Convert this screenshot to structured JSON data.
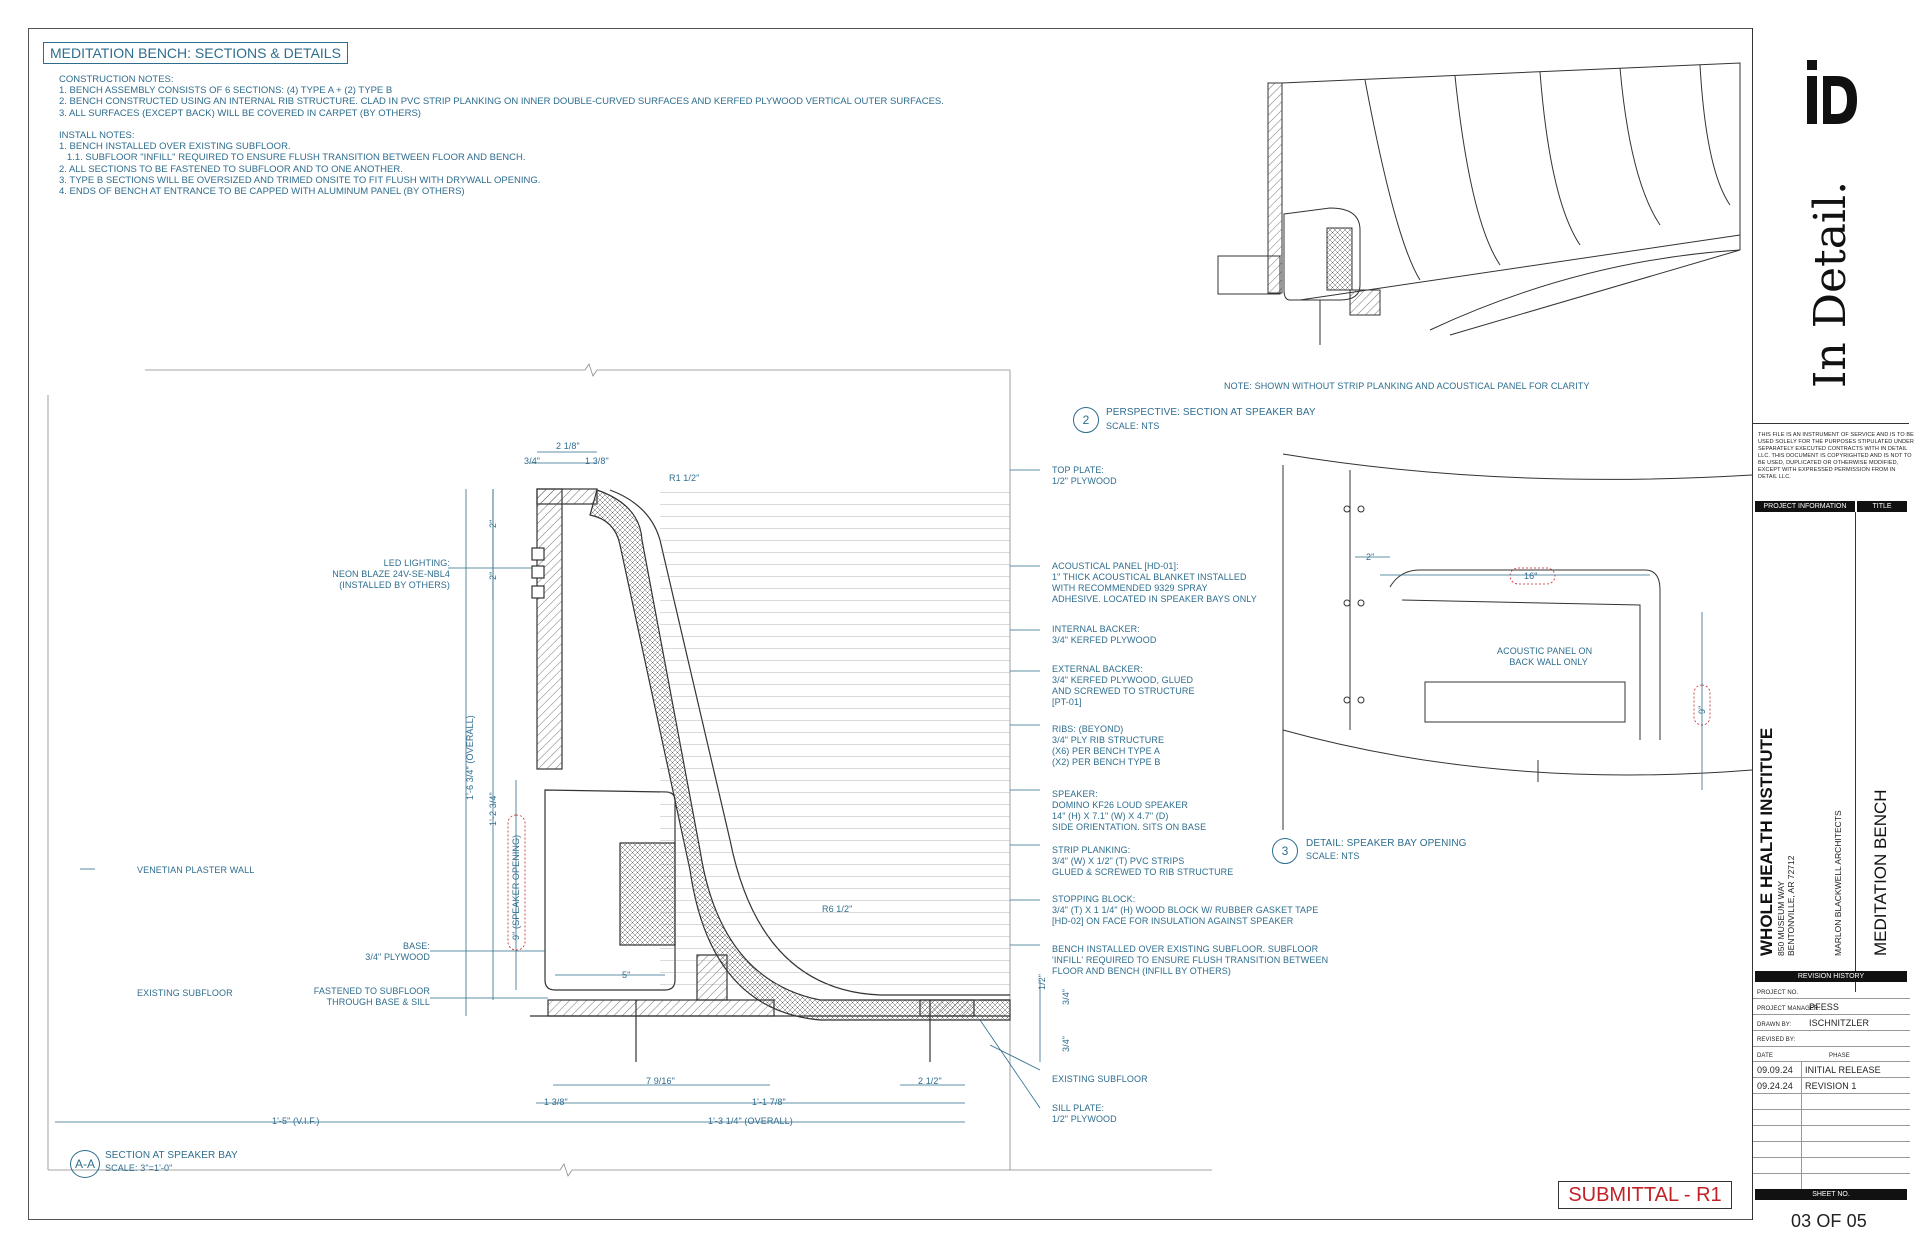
{
  "sheet": {
    "title": "MEDITATION BENCH: SECTIONS & DETAILS",
    "construction_notes_heading": "CONSTRUCTION NOTES:",
    "construction_notes": [
      "1. BENCH ASSEMBLY CONSISTS OF 6 SECTIONS: (4) TYPE A + (2) TYPE B",
      "2. BENCH CONSTRUCTED USING AN INTERNAL RIB STRUCTURE. CLAD IN PVC STRIP PLANKING ON INNER DOUBLE-CURVED SURFACES AND KERFED PLYWOOD VERTICAL OUTER SURFACES.",
      "3. ALL SURFACES (EXCEPT BACK) WILL BE COVERED IN CARPET (BY OTHERS)"
    ],
    "install_notes_heading": "INSTALL NOTES:",
    "install_notes": [
      "1. BENCH INSTALLED OVER EXISTING SUBFLOOR.",
      "   1.1. SUBFLOOR \"INFILL\" REQUIRED TO ENSURE FLUSH TRANSITION BETWEEN FLOOR AND BENCH.",
      "2. ALL SECTIONS TO BE FASTENED TO SUBFLOOR AND TO ONE ANOTHER.",
      "3. TYPE B SECTIONS WILL BE OVERSIZED AND TRIMED ONSITE TO FIT FLUSH WITH DRYWALL OPENING.",
      "4. ENDS OF BENCH AT ENTRANCE TO BE CAPPED WITH ALUMINUM PANEL (BY OTHERS)"
    ]
  },
  "view2": {
    "number": "2",
    "title": "PERSPECTIVE: SECTION AT SPEAKER BAY",
    "scale": "SCALE: NTS",
    "note": "NOTE: SHOWN WITHOUT STRIP PLANKING AND ACOUSTICAL PANEL FOR CLARITY"
  },
  "view3": {
    "number": "3",
    "title": "DETAIL: SPEAKER BAY OPENING",
    "scale": "SCALE: NTS",
    "label": "ACOUSTIC PANEL ON BACK WALL ONLY",
    "label_lines": [
      "ACOUSTIC PANEL ON",
      "BACK WALL ONLY"
    ],
    "dim_top": "16\"",
    "dim_left": "2\"",
    "dim_right": "9\""
  },
  "section": {
    "number": "A-A",
    "title": "SECTION AT SPEAKER BAY",
    "scale": "SCALE: 3\"=1'-0\"",
    "left_labels": {
      "led": [
        "LED LIGHTING:",
        "NEON BLAZE 24V-SE-NBL4",
        "(INSTALLED BY OTHERS)"
      ],
      "venetian": "VENETIAN PLASTER WALL",
      "base": [
        "BASE:",
        "3/4\" PLYWOOD"
      ],
      "existing_subfloor": "EXISTING SUBFLOOR",
      "fastened": [
        "FASTENED TO SUBFLOOR",
        "THROUGH BASE & SILL"
      ]
    },
    "right_labels": {
      "top_plate": [
        "TOP PLATE:",
        "1/2\" PLYWOOD"
      ],
      "acoustical": [
        "ACOUSTICAL PANEL [HD-01]:",
        "1\" THICK ACOUSTICAL BLANKET INSTALLED",
        "WITH RECOMMENDED 9329 SPRAY",
        "ADHESIVE. LOCATED IN SPEAKER BAYS ONLY"
      ],
      "internal_backer": [
        "INTERNAL BACKER:",
        "3/4\" KERFED PLYWOOD"
      ],
      "external_backer": [
        "EXTERNAL BACKER:",
        "3/4\" KERFED PLYWOOD, GLUED",
        "AND SCREWED TO STRUCTURE",
        "[PT-01]"
      ],
      "ribs": [
        "RIBS: (BEYOND)",
        "3/4\" PLY RIB STRUCTURE",
        "(X6) PER BENCH TYPE A",
        "(X2) PER BENCH TYPE B"
      ],
      "speaker": [
        "SPEAKER:",
        "DOMINO KF26 LOUD SPEAKER",
        "14\" (H) X 7.1\" (W) X 4.7\" (D)",
        "SIDE ORIENTATION. SITS ON BASE"
      ],
      "strip": [
        "STRIP PLANKING:",
        "3/4\" (W) X 1/2\" (T) PVC STRIPS",
        "GLUED & SCREWED TO RIB STRUCTURE"
      ],
      "stopping": [
        "STOPPING BLOCK:",
        "3/4\" (T) X 1 1/4\" (H) WOOD BLOCK W/ RUBBER GASKET TAPE",
        "[HD-02] ON FACE FOR INSULATION AGAINST SPEAKER"
      ],
      "bench_installed": [
        "BENCH INSTALLED OVER EXISTING SUBFLOOR. SUBFLOOR",
        "'INFILL' REQUIRED TO ENSURE FLUSH TRANSITION BETWEEN",
        "FLOOR AND BENCH (INFILL BY OTHERS)"
      ],
      "existing_subfloor": "EXISTING SUBFLOOR",
      "sill": [
        "SILL PLATE:",
        "1/2\" PLYWOOD"
      ]
    },
    "dims": {
      "d_2_1_8": "2 1/8\"",
      "d_3_4": "3/4\"",
      "d_1_3_8": "1 3/8\"",
      "r1": "R1 1/2\"",
      "d_2a": "2\"",
      "d_2b": "2\"",
      "overall_h": "1'-6 3/4\" (OVERALL)",
      "h_1_2_3_4": "1'-2 3/4\"",
      "speaker_opening": "9\" (SPEAKER OPENING)",
      "d_5": "5\"",
      "r6": "R6 1/2\"",
      "d_7_9_16": "7 9/16\"",
      "d_2_1_2": "2 1/2\"",
      "d_1_3_8b": "1 3/8\"",
      "d_1_1_7_8": "1'-1 7/8\"",
      "d_1_5": "1'-5\" (V.I.F.)",
      "d_1_3_1_4": "1'-3 1/4\" (OVERALL)",
      "d_1_2": "1/2\"",
      "d_3_4a": "3/4\"",
      "d_3_4b": "3/4\""
    }
  },
  "submittal": "SUBMITTAL - R1",
  "title_block": {
    "logo_text": "In Detail.",
    "disclaimer": [
      "THIS FILE IS AN INSTRUMENT OF SERVICE AND IS TO BE",
      "USED SOLELY FOR THE PURPOSES STIPULATED UNDER",
      "SEPARATELY EXECUTED CONTRACTS WITH IN DETAIL",
      "LLC. THIS DOCUMENT IS COPYRIGHTED AND IS NOT TO",
      "BE USED, DUPLICATED OR OTHERWISE MODIFIED,",
      "EXCEPT WITH EXPRESSED PERMISSION FROM IN",
      "DETAIL LLC."
    ],
    "project_information": "PROJECT INFORMATION",
    "title_label": "TITLE",
    "project_name": "WHOLE HEALTH INSTITUTE",
    "address1": "850 MUSEUM WAY",
    "address2": "BENTONVILLE, AR 72712",
    "architect": "MARLON BLACKWELL ARCHITECTS",
    "drawing_title": "MEDITATION BENCH",
    "revision_history": "REVISION HISTORY",
    "project_no_label": "PROJECT NO.",
    "project_manager_label": "PROJECT MANAGER:",
    "project_manager": "PFESS",
    "drawn_by_label": "DRAWN BY:",
    "drawn_by": "ISCHNITZLER",
    "revised_by_label": "REVISED BY:",
    "date_label": "DATE",
    "phase_label": "PHASE",
    "revisions": [
      {
        "date": "09.09.24",
        "phase": "INITIAL RELEASE"
      },
      {
        "date": "09.24.24",
        "phase": "REVISION 1"
      }
    ],
    "sheet_no_label": "SHEET NO.",
    "sheet_no": "03 OF 05"
  },
  "colors": {
    "line": "#2e6d8e",
    "submittal": "#c32128",
    "hatch": "#444444"
  }
}
